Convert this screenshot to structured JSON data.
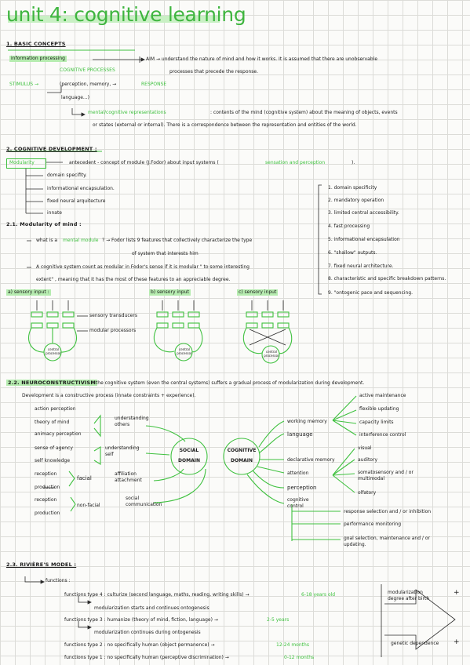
{
  "title": "unit 4: cognitive learning",
  "s1": {
    "heading": "1. BASIC CONCEPTS",
    "info": "information processing",
    "aim": "AIM → understand the nature of mind and how it works. It is assumed that there are unobservable",
    "cog_proc": "COGNITIVE PROCESSES",
    "proc_line": "processes that precede the response.",
    "stimulus": "STIMULUS →",
    "percep": "(perception, memory, →",
    "response": "RESPONSE",
    "language": "language...)",
    "mental_rep": "mental/cognitive representations",
    "rep_text": ": contents of the mind (cognitive system) about the meaning of objects, events",
    "rep_text2": "or states (external or internal). There is a correspondence between the representation and entities of the world."
  },
  "s2": {
    "heading": "2. COGNITIVE DEVELOPMENT :",
    "modularity": "Modularity",
    "antecedent": "antecedent - concept of module (J.Fodor) about input systems (",
    "sens": "sensation and perception",
    "antecedent_end": ").",
    "features": [
      "domain specifity.",
      "informational encapsulation.",
      "fixed neural arquitecture",
      "innate"
    ],
    "fodor_list": [
      "1. domain specificity",
      "2. mandatory operation",
      "3. limited central accessibility.",
      "4. fast processing",
      "5. informational encapsulation",
      "6. \"shallow\" outputs.",
      "7. fixed neural architecture.",
      "8. characteristic and specific breakdown patterns.",
      "9. \"ontogenic pace and sequencing."
    ]
  },
  "s21": {
    "heading": "2.1. Modularity of mind :",
    "q1a": "what is a",
    "q1b": "mental module",
    "q1c": "? → Fodor lists 9 features that collectively characterize the type",
    "q1d": "of system that interests him",
    "q2a": "A cognitive system count as modular in Fodor's sense if it is modular \" to some interesting",
    "q2b": "extent\" , meaning that it has the most of these features to an appreciable degree.",
    "a_label": "a) sensory input :",
    "b_label": "b) sensory input",
    "c_label": "c) sensory input",
    "transducers": "sensory transducers",
    "processors": "modular processors",
    "central": "central processor"
  },
  "s22": {
    "heading": "2.2. NEUROCONSTRUCTIVISM",
    "heading_rest": ": the cognitive system (even the central systems) suffers a gradual process of modularization during development.",
    "line2": "Development is a constructive process (innate constraints + experience).",
    "left": [
      "action perception",
      "theory of mind",
      "animacy perception",
      "sense of agency",
      "self knowledge",
      "reception",
      "production",
      "reception",
      "production"
    ],
    "facial": "facial",
    "nonfacial": "non-facial",
    "mid": [
      "understanding others",
      "understanding self",
      "affiliation attachment",
      "social communication"
    ],
    "social": "SOCIAL DOMAIN",
    "cognitive": "COGNITIVE DOMAIN",
    "cog_items": [
      "working memory",
      "language",
      "declarative memory",
      "attention",
      "perception",
      "cognitive control"
    ],
    "wm_items": [
      "active maintenance",
      "flexible updating",
      "capacity limits",
      "interference control"
    ],
    "perc_items": [
      "visual",
      "auditory",
      "somatosensory and / or multimodal",
      "olfatory"
    ],
    "ctrl_items": [
      "response selection and / or inhibition",
      "performance monitoring",
      "goal selection, maintenance and / or updating."
    ]
  },
  "s23": {
    "heading": "2.3. RIVIÈRE'S MODEL :",
    "functions": "functions :",
    "f4": "functions type 4 : culturize (second language, maths, reading, writing skills) →",
    "f4_age": "6-18 years old",
    "f4_sub": "modularization starts and continues ontogenesis",
    "f3": "functions type 3 : humanize (theory of mind, fiction, language) →",
    "f3_age": "2-5 years",
    "f3_sub": "modularization continues during ontogenesis",
    "f2": "functions type 2 : no specifically human (object permanence) →",
    "f2_age": "12-24 months",
    "f1": "functions type 1 : no specifically human (perceptive discrimination) →",
    "f1_age": "0-12 months",
    "mod_degree": "modularization degree after birth",
    "gen_dep": "genetic dependence",
    "plus": "+"
  }
}
